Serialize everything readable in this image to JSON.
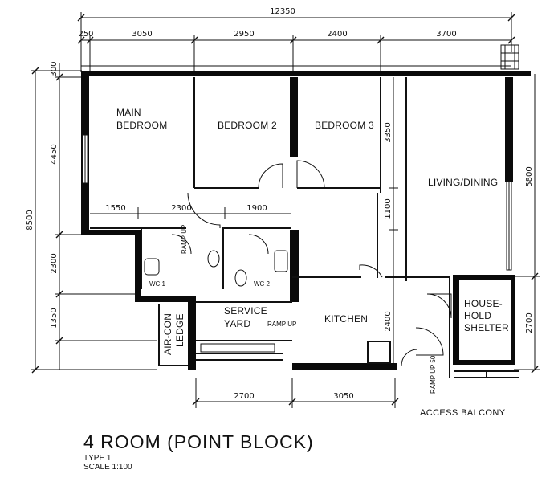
{
  "title": "4 ROOM (POINT BLOCK)",
  "type_label": "TYPE 1",
  "scale_label": "SCALE  1:100",
  "rooms": {
    "main_bedroom_line1": "MAIN",
    "main_bedroom_line2": "BEDROOM",
    "bedroom2": "BEDROOM 2",
    "bedroom3": "BEDROOM 3",
    "living_dining": "LIVING/DINING",
    "service_yard_line1": "SERVICE",
    "service_yard_line2": "YARD",
    "kitchen": "KITCHEN",
    "shelter_line1": "HOUSE-",
    "shelter_line2": "HOLD",
    "shelter_line3": "SHELTER",
    "aircon_line1": "AIR-CON",
    "aircon_line2": "LEDGE",
    "wc1": "WC 1",
    "wc2": "WC 2",
    "ramp_up": "RAMP UP",
    "ramp_up_yard": "RAMP UP",
    "ramp_up_50": "RAMP UP 50",
    "access_balcony": "ACCESS BALCONY"
  },
  "dimensions": {
    "overall_width": "12350",
    "top_segments": [
      "250",
      "3050",
      "2950",
      "2400",
      "3700"
    ],
    "left_overall": "8500",
    "left_segments": [
      "300",
      "4450",
      "2300",
      "1350"
    ],
    "right_segments": [
      "5800",
      "2700"
    ],
    "interior_horizontal": [
      "1550",
      "2300",
      "1900"
    ],
    "interior_vertical": [
      "3350",
      "1100",
      "2400"
    ],
    "bottom_segments": [
      "2700",
      "3050"
    ]
  },
  "colors": {
    "line": "#111111",
    "wall": "#0a0a0a",
    "background": "#ffffff"
  }
}
